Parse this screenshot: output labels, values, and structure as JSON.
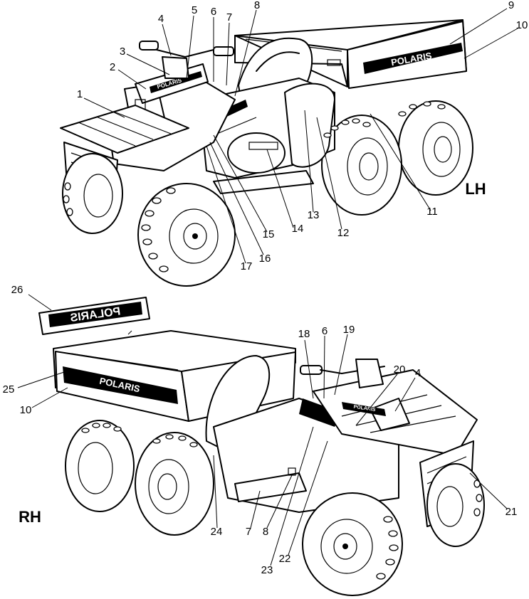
{
  "diagram": {
    "views": [
      {
        "id": "lh",
        "label": "LH"
      },
      {
        "id": "rh",
        "label": "RH"
      }
    ],
    "decal_text": "POLARIS",
    "lh_callouts": [
      "1",
      "2",
      "3",
      "4",
      "5",
      "6",
      "7",
      "8",
      "9",
      "10",
      "11",
      "12",
      "13",
      "14",
      "15",
      "16",
      "17"
    ],
    "rh_callouts": [
      "26",
      "25",
      "10",
      "18",
      "6",
      "19",
      "20",
      "4",
      "21",
      "24",
      "7",
      "8",
      "23",
      "22"
    ]
  }
}
